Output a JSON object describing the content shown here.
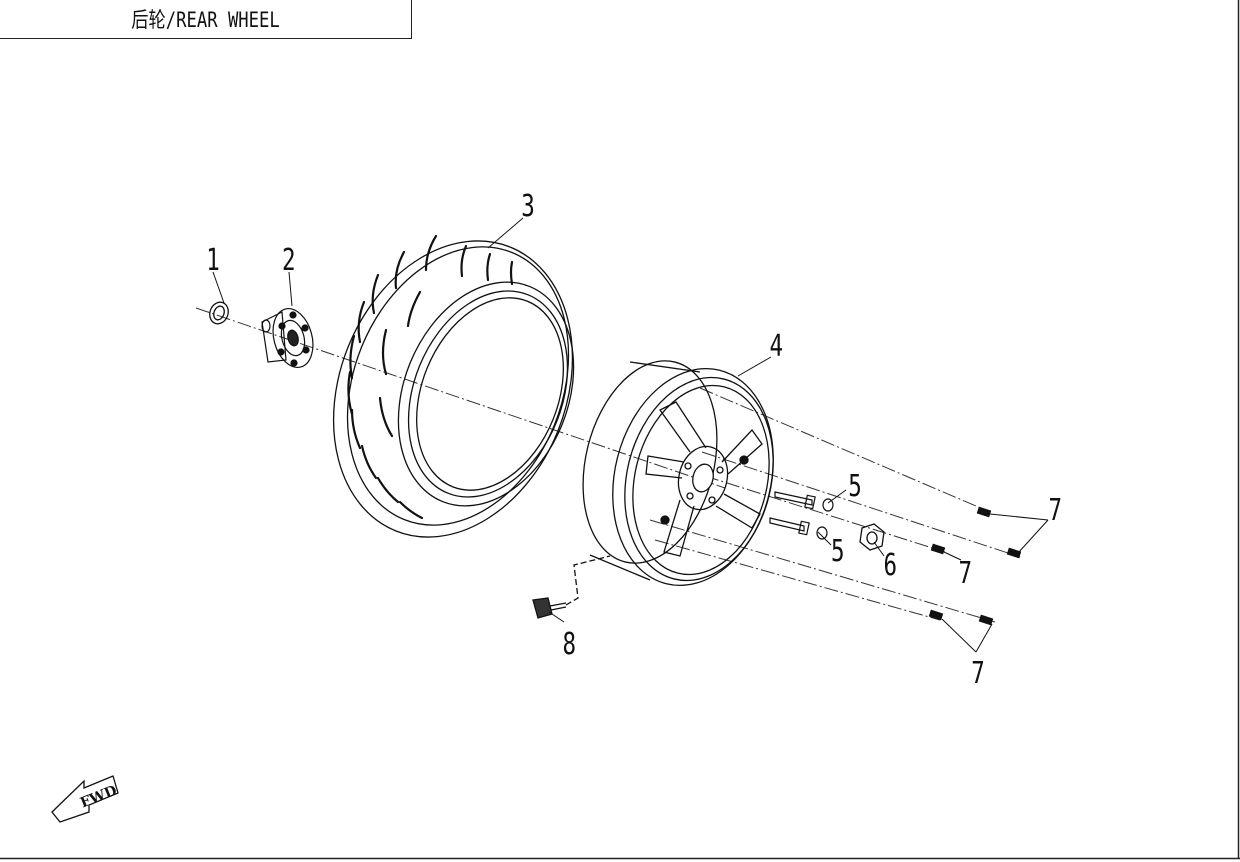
{
  "diagram": {
    "title": "后轮/REAR WHEEL",
    "callouts": [
      "1",
      "2",
      "3",
      "4",
      "5",
      "5",
      "6",
      "7",
      "7",
      "7",
      "8"
    ],
    "direction_label": "FWD"
  },
  "icons": [
    "fwd-arrow-icon"
  ]
}
